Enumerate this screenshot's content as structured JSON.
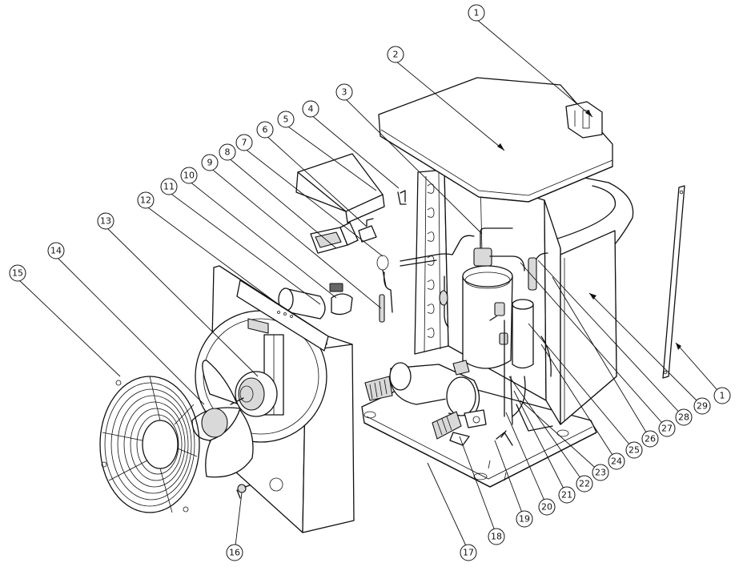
{
  "diagram": {
    "callouts": [
      {
        "id": "c1a",
        "label": "1"
      },
      {
        "id": "c2",
        "label": "2"
      },
      {
        "id": "c3",
        "label": "3"
      },
      {
        "id": "c4",
        "label": "4"
      },
      {
        "id": "c5",
        "label": "5"
      },
      {
        "id": "c6",
        "label": "6"
      },
      {
        "id": "c7",
        "label": "7"
      },
      {
        "id": "c8",
        "label": "8"
      },
      {
        "id": "c9",
        "label": "9"
      },
      {
        "id": "c10",
        "label": "10"
      },
      {
        "id": "c11",
        "label": "11"
      },
      {
        "id": "c12",
        "label": "12"
      },
      {
        "id": "c13",
        "label": "13"
      },
      {
        "id": "c14",
        "label": "14"
      },
      {
        "id": "c15",
        "label": "15"
      },
      {
        "id": "c16",
        "label": "16"
      },
      {
        "id": "c17",
        "label": "17"
      },
      {
        "id": "c18",
        "label": "18"
      },
      {
        "id": "c19",
        "label": "19"
      },
      {
        "id": "c20",
        "label": "20"
      },
      {
        "id": "c21",
        "label": "21"
      },
      {
        "id": "c22",
        "label": "22"
      },
      {
        "id": "c23",
        "label": "23"
      },
      {
        "id": "c24",
        "label": "24"
      },
      {
        "id": "c25",
        "label": "25"
      },
      {
        "id": "c26",
        "label": "26"
      },
      {
        "id": "c27",
        "label": "27"
      },
      {
        "id": "c28",
        "label": "28"
      },
      {
        "id": "c29",
        "label": "29"
      },
      {
        "id": "c1b",
        "label": "1"
      }
    ]
  }
}
